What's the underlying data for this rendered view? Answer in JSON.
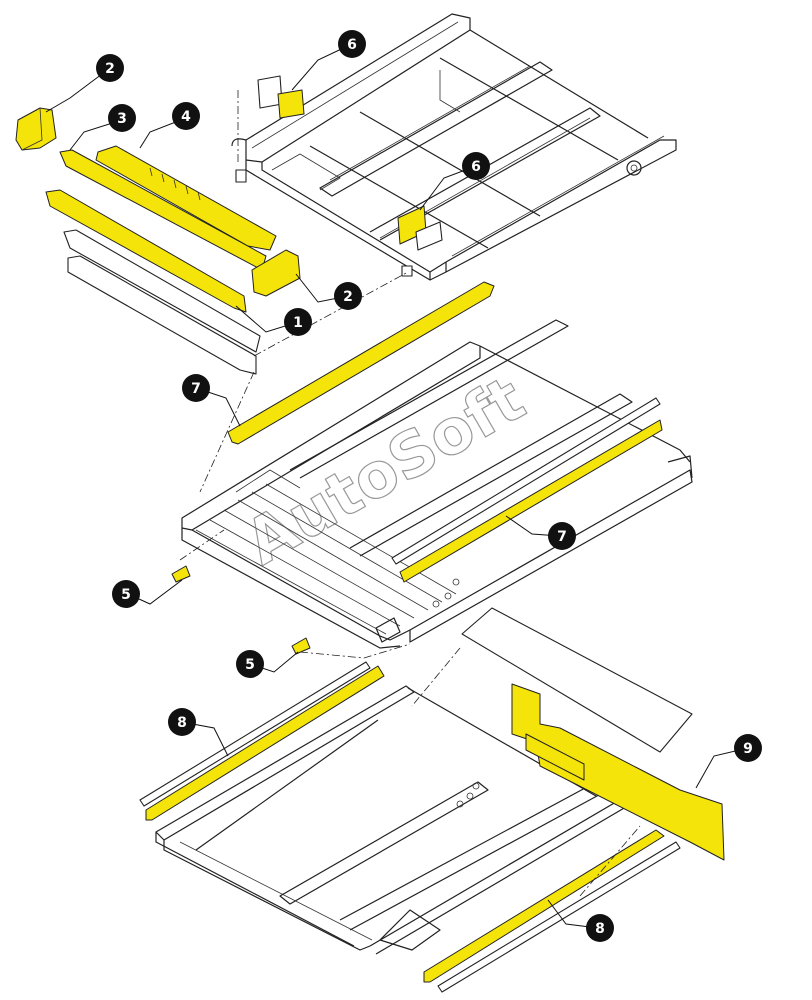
{
  "watermark": "AutoSoft",
  "callouts": [
    {
      "id": "c1",
      "label": "1"
    },
    {
      "id": "c2a",
      "label": "2"
    },
    {
      "id": "c2b",
      "label": "2"
    },
    {
      "id": "c3",
      "label": "3"
    },
    {
      "id": "c4",
      "label": "4"
    },
    {
      "id": "c5a",
      "label": "5"
    },
    {
      "id": "c5b",
      "label": "5"
    },
    {
      "id": "c6a",
      "label": "6"
    },
    {
      "id": "c6b",
      "label": "6"
    },
    {
      "id": "c7a",
      "label": "7"
    },
    {
      "id": "c7b",
      "label": "7"
    },
    {
      "id": "c8a",
      "label": "8"
    },
    {
      "id": "c8b",
      "label": "8"
    },
    {
      "id": "c9",
      "label": "9"
    }
  ],
  "colors": {
    "highlight": "#f4e40a",
    "callout": "#111111",
    "line": "#222222"
  }
}
